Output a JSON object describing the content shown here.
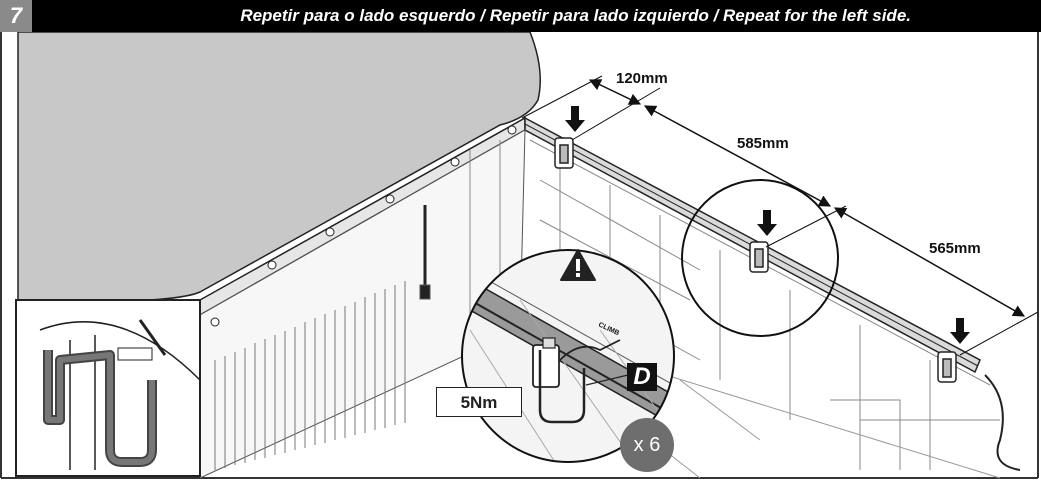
{
  "header": {
    "step_number": "7",
    "instruction": "Repetir para o lado esquerdo / Repetir para lado izquierdo / Repeat for the left side."
  },
  "dimensions": {
    "first": "120mm",
    "second": "585mm",
    "third": "565mm"
  },
  "detail": {
    "torque": "5Nm",
    "clip_letter": "D",
    "quantity": "x 6",
    "clip_brand": "CLIMB"
  },
  "icons": [
    "warning-icon",
    "down-arrow-icon",
    "clamp-icon"
  ],
  "colors": {
    "header_bg": "#000000",
    "step_box": "#8a8a8a",
    "tonneau_cover": "#c8c8c8",
    "qty_badge": "#6e6e6e"
  }
}
